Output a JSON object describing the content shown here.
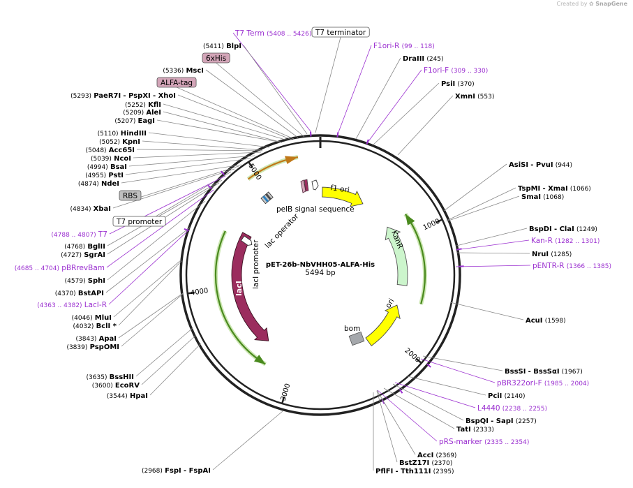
{
  "watermark": {
    "prefix": "Created by",
    "brand": "SnapGene"
  },
  "plasmid": {
    "name": "pET-26b-NbVHH05-ALFA-His",
    "length_label": "5494 bp",
    "total_bp": 5494
  },
  "ticks": [
    {
      "bp": 1000,
      "label": "1000"
    },
    {
      "bp": 2000,
      "label": "2000"
    },
    {
      "bp": 3000,
      "label": "3000"
    },
    {
      "bp": 4000,
      "label": "4000"
    },
    {
      "bp": 5000,
      "label": "5000"
    }
  ],
  "colors": {
    "primer": "#9b30d0",
    "site": "#000000",
    "feature_box": "#d3a5b8",
    "rbs_box": "#bfbfbf",
    "orf_outline": "#4a8a1e",
    "f1_ori": "#ffff00",
    "kanr": "#ccf5cc",
    "laci": "#9b2d5e",
    "ori": "#ffff00",
    "bom": "#a5a8ac",
    "pelb": "#e8b060"
  },
  "labels": [
    {
      "kind": "primer",
      "text": "T7 Term",
      "range": "(5408 .. 5426)"
    },
    {
      "kind": "box",
      "text": "T7 terminator"
    },
    {
      "kind": "site",
      "pos": "(5411)",
      "name": "BlpI"
    },
    {
      "kind": "box",
      "text": "6xHis"
    },
    {
      "kind": "site",
      "pos": "(5336)",
      "name": "MscI"
    },
    {
      "kind": "box",
      "text": "ALFA-tag"
    },
    {
      "kind": "site",
      "pos": "(5293)",
      "name": "PaeR7I",
      "alias": "- PspXI",
      "alias2": "- XhoI"
    },
    {
      "kind": "site",
      "pos": "(5252)",
      "name": "KflI"
    },
    {
      "kind": "site",
      "pos": "(5209)",
      "name": "AleI"
    },
    {
      "kind": "site",
      "pos": "(5207)",
      "name": "EagI"
    },
    {
      "kind": "site",
      "pos": "(5110)",
      "name": "HindIII"
    },
    {
      "kind": "site",
      "pos": "(5052)",
      "name": "KpnI"
    },
    {
      "kind": "site",
      "pos": "(5048)",
      "name": "Acc65I"
    },
    {
      "kind": "site",
      "pos": "(5039)",
      "name": "NcoI"
    },
    {
      "kind": "site",
      "pos": "(4994)",
      "name": "BsaI"
    },
    {
      "kind": "site",
      "pos": "(4955)",
      "name": "PstI"
    },
    {
      "kind": "site",
      "pos": "(4874)",
      "name": "NdeI"
    },
    {
      "kind": "box",
      "text": "RBS"
    },
    {
      "kind": "site",
      "pos": "(4834)",
      "name": "XbaI"
    },
    {
      "kind": "box",
      "text": "T7 promoter"
    },
    {
      "kind": "primer",
      "text": "T7",
      "range": "(4788 .. 4807)"
    },
    {
      "kind": "site",
      "pos": "(4768)",
      "name": "BglII"
    },
    {
      "kind": "site",
      "pos": "(4727)",
      "name": "SgrAI"
    },
    {
      "kind": "primer",
      "text": "pBRrevBam",
      "range": "(4685 .. 4704)"
    },
    {
      "kind": "site",
      "pos": "(4579)",
      "name": "SphI"
    },
    {
      "kind": "site",
      "pos": "(4370)",
      "name": "BstAPI"
    },
    {
      "kind": "primer",
      "text": "LacI-R",
      "range": "(4363 .. 4382)"
    },
    {
      "kind": "site",
      "pos": "(4046)",
      "name": "MluI"
    },
    {
      "kind": "site",
      "pos": "(4032)",
      "name": "BclI *"
    },
    {
      "kind": "site",
      "pos": "(3843)",
      "name": "ApaI"
    },
    {
      "kind": "site",
      "pos": "(3839)",
      "name": "PspOMI"
    },
    {
      "kind": "site",
      "pos": "(3635)",
      "name": "BssHII"
    },
    {
      "kind": "site",
      "pos": "(3600)",
      "name": "EcoRV"
    },
    {
      "kind": "site",
      "pos": "(3544)",
      "name": "HpaI"
    },
    {
      "kind": "site",
      "pos": "(2968)",
      "name": "FspI",
      "alias": "- FspAI"
    },
    {
      "kind": "primer",
      "text": "F1ori-R",
      "range": "(99 .. 118)"
    },
    {
      "kind": "site",
      "name": "DraIII",
      "pos": "(245)"
    },
    {
      "kind": "primer",
      "text": "F1ori-F",
      "range": "(309 .. 330)"
    },
    {
      "kind": "site",
      "name": "PsiI",
      "pos": "(370)"
    },
    {
      "kind": "site",
      "name": "XmnI",
      "pos": "(553)"
    },
    {
      "kind": "site",
      "name": "AsiSI",
      "alias": "- PvuI",
      "pos": "(944)"
    },
    {
      "kind": "site",
      "name": "TspMI",
      "alias": "- XmaI",
      "pos": "(1066)"
    },
    {
      "kind": "site",
      "name": "SmaI",
      "pos": "(1068)"
    },
    {
      "kind": "site",
      "name": "BspDI",
      "alias": "- ClaI",
      "pos": "(1249)"
    },
    {
      "kind": "primer",
      "text": "Kan-R",
      "range": "(1282 .. 1301)"
    },
    {
      "kind": "site",
      "name": "NruI",
      "pos": "(1285)"
    },
    {
      "kind": "primer",
      "text": "pENTR-R",
      "range": "(1366 .. 1385)"
    },
    {
      "kind": "site",
      "name": "AcuI",
      "pos": "(1598)"
    },
    {
      "kind": "site",
      "name": "BssSI",
      "alias": "- BssSαI",
      "pos": "(1967)"
    },
    {
      "kind": "primer",
      "text": "pBR322ori-F",
      "range": "(1985 .. 2004)"
    },
    {
      "kind": "site",
      "name": "PciI",
      "pos": "(2140)"
    },
    {
      "kind": "primer",
      "text": "L4440",
      "range": "(2238 .. 2255)"
    },
    {
      "kind": "site",
      "name": "BspQI",
      "alias": "- SapI",
      "pos": "(2257)"
    },
    {
      "kind": "site",
      "name": "TatI",
      "pos": "(2333)"
    },
    {
      "kind": "primer",
      "text": "pRS-marker",
      "range": "(2335 .. 2354)"
    },
    {
      "kind": "site",
      "name": "AccI",
      "pos": "(2369)"
    },
    {
      "kind": "site",
      "name": "BstZ17I",
      "pos": "(2370)"
    },
    {
      "kind": "site",
      "name": "PflFI",
      "alias": "- Tth111I",
      "pos": "(2395)"
    }
  ],
  "features": [
    {
      "name": "f1 ori"
    },
    {
      "name": "KanR"
    },
    {
      "name": "ori"
    },
    {
      "name": "bom"
    },
    {
      "name": "lacI"
    },
    {
      "name": "lacI promoter"
    },
    {
      "name": "lac operator"
    },
    {
      "name": "pelB signal sequence"
    }
  ]
}
